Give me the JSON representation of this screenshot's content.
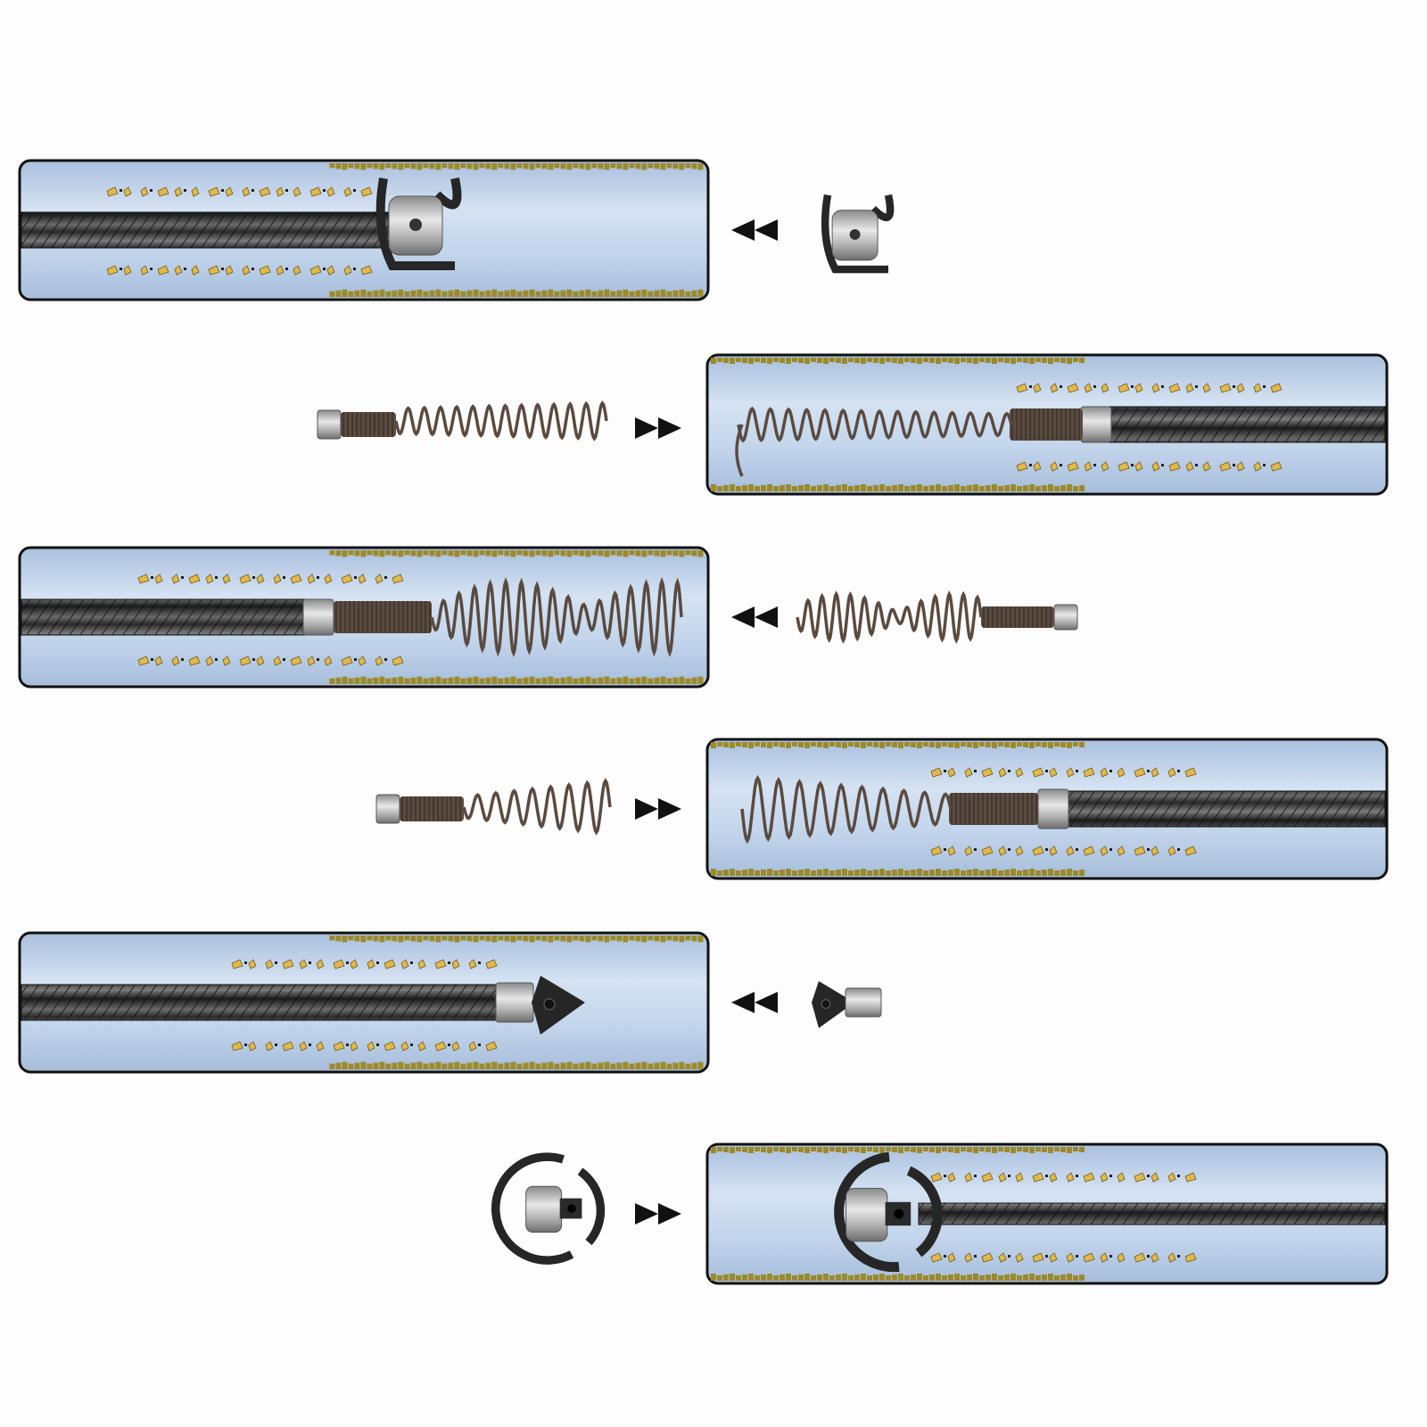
{
  "diagram": {
    "rows": [
      {
        "head": "c-cutter",
        "pipe_side": "left",
        "arrow": "left",
        "arrow_icon": "double-left-arrow-icon"
      },
      {
        "head": "funnel-spring",
        "pipe_side": "right",
        "arrow": "right",
        "arrow_icon": "double-right-arrow-icon"
      },
      {
        "head": "bulb-spring",
        "pipe_side": "left",
        "arrow": "left",
        "arrow_icon": "double-left-arrow-icon"
      },
      {
        "head": "cone-spring",
        "pipe_side": "right",
        "arrow": "right",
        "arrow_icon": "double-right-arrow-icon"
      },
      {
        "head": "drill-cutter",
        "pipe_side": "left",
        "arrow": "left",
        "arrow_icon": "double-left-arrow-icon"
      },
      {
        "head": "ring-cutter",
        "pipe_side": "right",
        "arrow": "right",
        "arrow_icon": "double-right-arrow-icon"
      }
    ],
    "colors": {
      "pipe_fill": "#b9cde6",
      "pipe_highlight": "#dbe7f5",
      "pipe_border": "#111111",
      "debris": "#e2b84a",
      "deposit": "#9c8a2a",
      "cable": "#3a3a3a",
      "spring": "#5a4a40",
      "metal": "#bfbfbf",
      "blade": "#262626",
      "arrow": "#111111"
    }
  }
}
